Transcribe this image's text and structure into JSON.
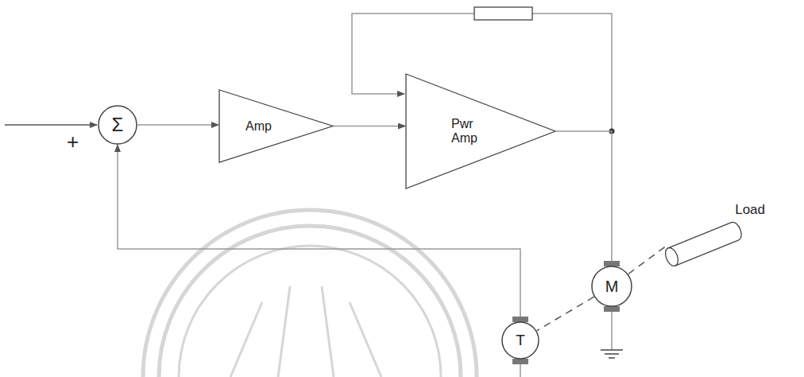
{
  "diagram": {
    "nodes": [
      {
        "text": [
          "Σ"
        ]
      },
      {
        "text": [
          "Amp"
        ]
      },
      {
        "text": [
          "Pwr Amp"
        ]
      },
      {
        "text": [
          "M"
        ]
      },
      {
        "text": [
          "T"
        ]
      },
      {
        "text": [
          "Load"
        ]
      }
    ],
    "edges": [
      {
        "from": 0,
        "to": 1,
        "arrow": "to"
      },
      {
        "from": 1,
        "to": 2,
        "arrow": "to"
      },
      {
        "from": 2,
        "to": 3,
        "arrow": "none"
      },
      {
        "from": 3,
        "to": 5,
        "arrow": "none"
      },
      {
        "from": 3,
        "to": 4,
        "arrow": "none"
      },
      {
        "from": 4,
        "to": 0,
        "arrow": "to"
      }
    ],
    "labels": [
      "+"
    ]
  }
}
